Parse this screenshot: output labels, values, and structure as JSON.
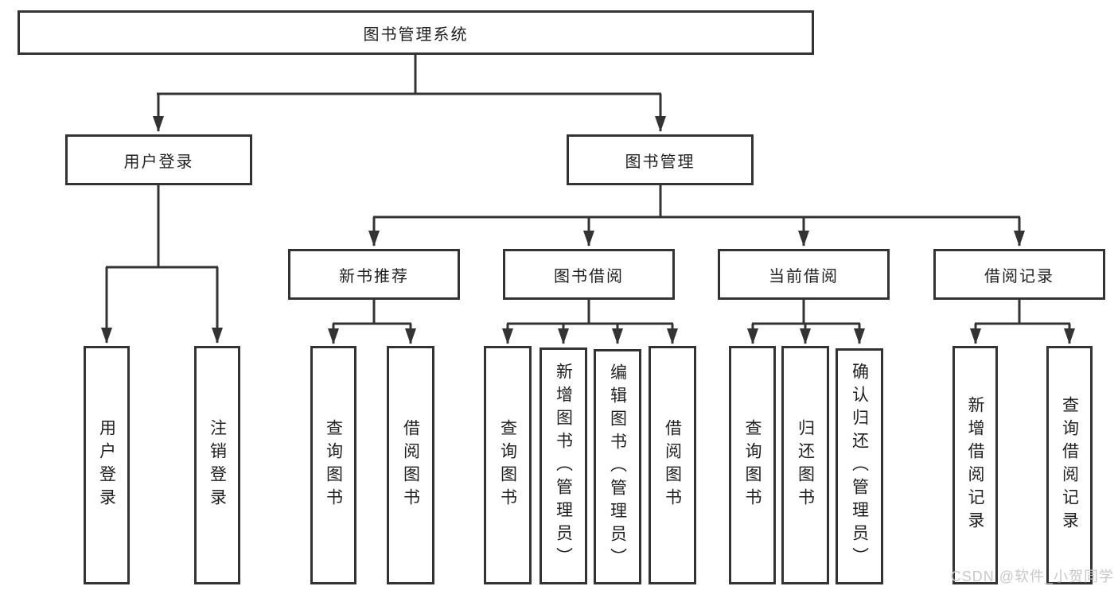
{
  "tree": {
    "label": "图书管理系统",
    "children": [
      {
        "label": "用户登录",
        "children": [
          {
            "label": "用户登录"
          },
          {
            "label": "注销登录"
          }
        ]
      },
      {
        "label": "图书管理",
        "children": [
          {
            "label": "新书推荐",
            "children": [
              {
                "label": "查询图书"
              },
              {
                "label": "借阅图书"
              }
            ]
          },
          {
            "label": "图书借阅",
            "children": [
              {
                "label": "查询图书"
              },
              {
                "label": "新增图书（管理员）"
              },
              {
                "label": "编辑图书（管理员）"
              },
              {
                "label": "借阅图书"
              }
            ]
          },
          {
            "label": "当前借阅",
            "children": [
              {
                "label": "查询图书"
              },
              {
                "label": "归还图书"
              },
              {
                "label": "确认归还（管理员）"
              }
            ]
          },
          {
            "label": "借阅记录",
            "children": [
              {
                "label": "新增借阅记录"
              },
              {
                "label": "查询借阅记录"
              }
            ]
          }
        ]
      }
    ]
  },
  "watermark": {
    "text": "CSDN @软件_小贺同学"
  },
  "colors": {
    "line": "#333333",
    "box_border": "#333333",
    "text": "#1f1f1f",
    "watermark": "#c8c8c8",
    "background": "#ffffff"
  }
}
